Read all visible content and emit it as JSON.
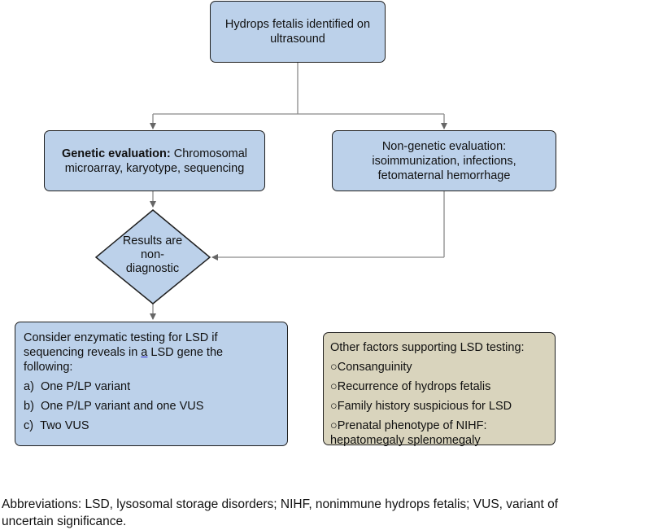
{
  "nodes": {
    "start": {
      "line1": "Hydrops fetalis identified on",
      "line2": "ultrasound"
    },
    "genetic": {
      "bold_label": "Genetic evaluation:",
      "line1_rest": "Chromosomal",
      "line2": "microarray, karyotype, sequencing"
    },
    "non_genetic": {
      "line1": "Non-genetic evaluation:",
      "line2": "isoimmunization, infections,",
      "line3": "fetomaternal hemorrhage"
    },
    "decision": {
      "line1": "Results are",
      "line2": "non-",
      "line3": "diagnostic"
    },
    "enzymatic": {
      "line1": "Consider enzymatic testing for LSD if",
      "line2_pre": "sequencing reveals in",
      "line2_link": "a",
      "line2_post": "LSD gene the",
      "line3": "following:",
      "items": [
        "a)  One P/LP variant",
        "b)  One P/LP variant and one VUS",
        "c)  Two VUS"
      ]
    },
    "factors": {
      "title": "Other factors supporting LSD testing:",
      "items": [
        "○Consanguinity",
        "○Recurrence of hydrops fetalis",
        "○Family history suspicious for LSD",
        "○Prenatal phenotype of NIHF:"
      ],
      "last_line": "hepatomegaly splenomegaly"
    }
  },
  "abbreviations": {
    "line1": "Abbreviations: LSD, lysosomal storage disorders; NIHF, nonimmune hydrops fetalis; VUS, variant of",
    "line2": "uncertain significance."
  },
  "colors": {
    "process_fill": "#bcd1ea",
    "factors_fill": "#d9d4bd",
    "connector": "#8a8a8a",
    "border": "#1f1f1f"
  }
}
